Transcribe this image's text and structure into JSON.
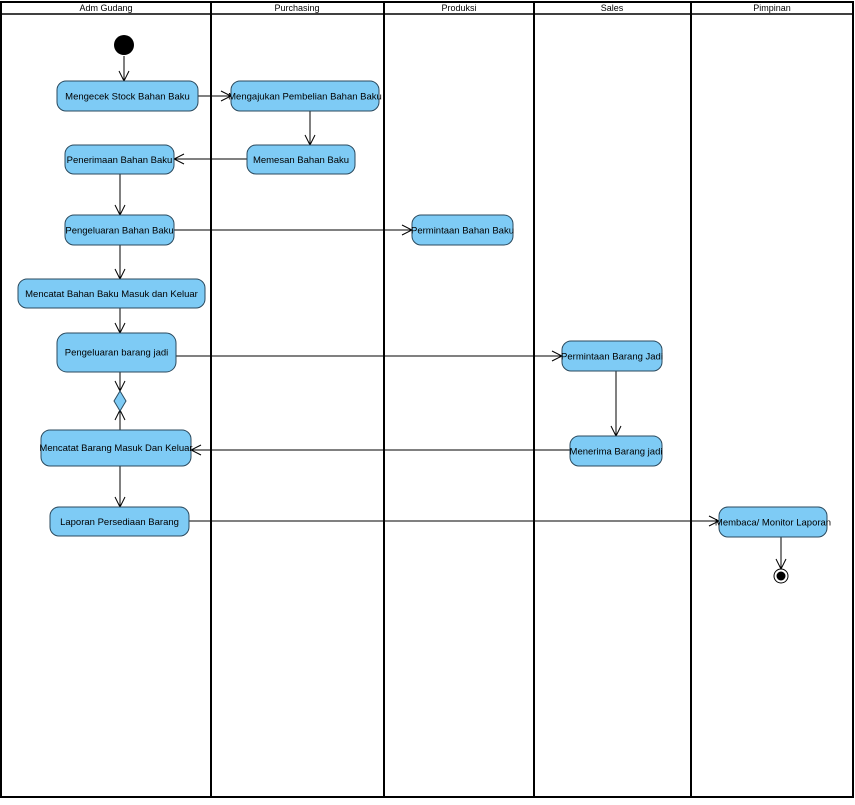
{
  "diagram": {
    "type": "uml-activity-swimlane",
    "colors": {
      "activity_fill": "#7ecbf5",
      "activity_stroke": "#2b4a5e",
      "line": "#000000",
      "background": "#ffffff"
    },
    "lanes": [
      {
        "id": "adm",
        "label": "Adm Gudang"
      },
      {
        "id": "pur",
        "label": "Purchasing"
      },
      {
        "id": "pro",
        "label": "Produksi"
      },
      {
        "id": "sal",
        "label": "Sales"
      },
      {
        "id": "pim",
        "label": "Pimpinan"
      }
    ],
    "activities": [
      {
        "id": "a1",
        "lane": "adm",
        "label": "Mengecek Stock Bahan Baku"
      },
      {
        "id": "a2",
        "lane": "pur",
        "label": "Mengajukan Pembelian Bahan Baku"
      },
      {
        "id": "a3",
        "lane": "pur",
        "label": "Memesan Bahan Baku"
      },
      {
        "id": "a4",
        "lane": "adm",
        "label": "Penerimaan Bahan Baku"
      },
      {
        "id": "a5",
        "lane": "adm",
        "label": "Pengeluaran Bahan Baku"
      },
      {
        "id": "a6",
        "lane": "pro",
        "label": "Permintaan Bahan Baku"
      },
      {
        "id": "a7",
        "lane": "adm",
        "label": "Mencatat Bahan Baku Masuk dan Keluar"
      },
      {
        "id": "a8",
        "lane": "adm",
        "label": "Pengeluaran barang jadi"
      },
      {
        "id": "a9",
        "lane": "sal",
        "label": "Permintaan Barang Jadi"
      },
      {
        "id": "a10",
        "lane": "sal",
        "label": "Menerima Barang jadi"
      },
      {
        "id": "a11",
        "lane": "adm",
        "label": "Mencatat Barang Masuk Dan Keluar"
      },
      {
        "id": "a12",
        "lane": "adm",
        "label": "Laporan Persediaan Barang"
      },
      {
        "id": "a13",
        "lane": "pim",
        "label": "Membaca/ Monitor Laporan"
      }
    ],
    "flows": [
      {
        "from": "start",
        "to": "a1"
      },
      {
        "from": "a1",
        "to": "a2"
      },
      {
        "from": "a2",
        "to": "a3"
      },
      {
        "from": "a3",
        "to": "a4"
      },
      {
        "from": "a4",
        "to": "a5"
      },
      {
        "from": "a5",
        "to": "a6"
      },
      {
        "from": "a5",
        "to": "a7"
      },
      {
        "from": "a7",
        "to": "a8"
      },
      {
        "from": "a8",
        "to": "a9"
      },
      {
        "from": "a8",
        "to": "decision"
      },
      {
        "from": "a11",
        "to": "decision"
      },
      {
        "from": "a9",
        "to": "a10"
      },
      {
        "from": "a10",
        "to": "a11"
      },
      {
        "from": "a11",
        "to": "a12"
      },
      {
        "from": "a12",
        "to": "a13"
      },
      {
        "from": "a13",
        "to": "end"
      }
    ]
  }
}
